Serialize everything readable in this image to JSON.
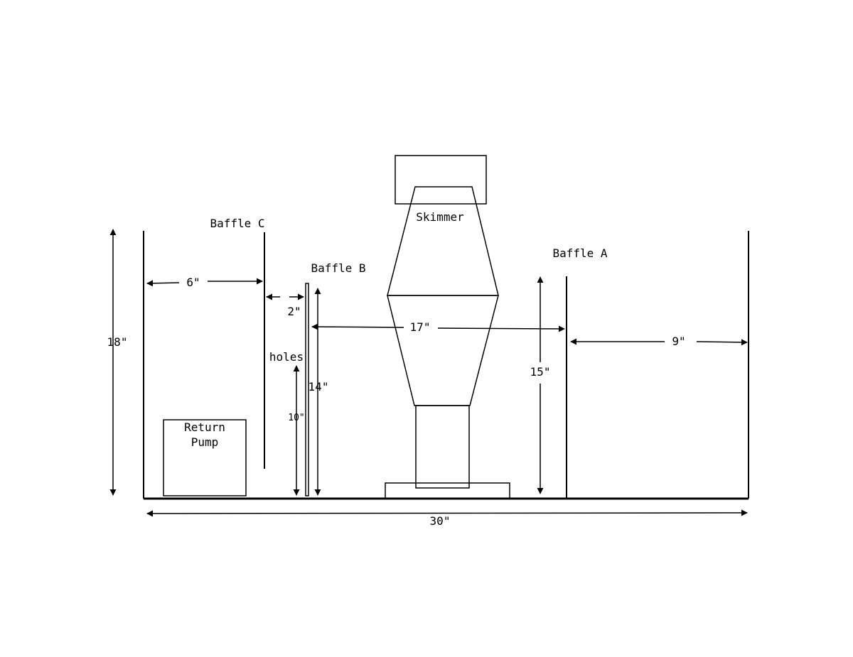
{
  "labels": {
    "skimmer": "Skimmer",
    "baffle_a": "Baffle A",
    "baffle_b": "Baffle B",
    "baffle_c": "Baffle C",
    "return_pump_line1": "Return",
    "return_pump_line2": "Pump",
    "holes": "holes"
  },
  "dimensions": {
    "tank_height": "18\"",
    "tank_length": "30\"",
    "baffle_c_offset": "6\"",
    "baffle_gap": "2\"",
    "baffle_b_height": "14\"",
    "holes_height": "10\"",
    "skimmer_section": "17\"",
    "baffle_a_height": "15\"",
    "baffle_a_offset": "9\""
  },
  "colors": {
    "line": "#000000",
    "background": "#ffffff"
  }
}
